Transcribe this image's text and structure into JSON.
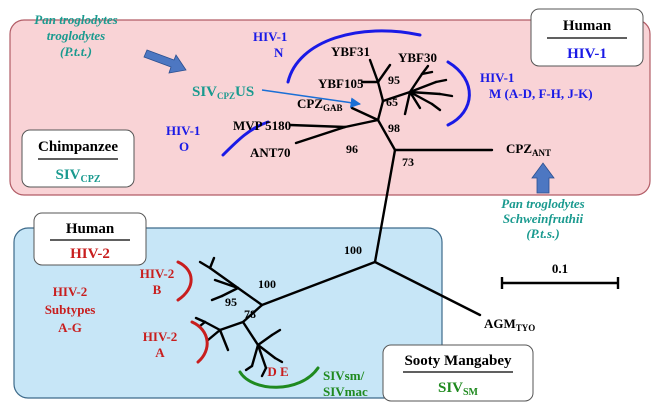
{
  "colors": {
    "chimp_fill": "#f9d3d6",
    "chimp_border": "#b25c66",
    "sooty_fill": "#c7e6f7",
    "sooty_border": "#3d6a8a",
    "hiv1": "#1a1ae6",
    "hiv2": "#c81e1e",
    "siv_teal": "#1a9a8f",
    "siv_green": "#1f8a1f",
    "arrow_fill": "#4d77c2",
    "branch": "#000000"
  },
  "chimp_box": {
    "title": "Chimpanzee",
    "sub_main": "SIV",
    "sub_script": "CPZ"
  },
  "human_hiv1_box": {
    "title": "Human",
    "sub": "HIV-1"
  },
  "human_hiv2_box": {
    "title": "Human",
    "sub": "HIV-2"
  },
  "sooty_box": {
    "title": "Sooty Mangabey",
    "sub_main": "SIV",
    "sub_script": "SM"
  },
  "ptt": {
    "line1": "Pan troglodytes",
    "line2": "troglodytes",
    "line3": "(P.t.t.)"
  },
  "pts": {
    "line1": "Pan troglodytes",
    "line2": "Schweinfruthii",
    "line3": "(P.t.s.)"
  },
  "hiv1_groups": {
    "n": {
      "l1": "HIV-1",
      "l2": "N"
    },
    "o": {
      "l1": "HIV-1",
      "l2": "O"
    },
    "m": {
      "l1": "HIV-1",
      "l2": "M (A-D, F-H, J-K)"
    }
  },
  "hiv2": {
    "b": {
      "l1": "HIV-2",
      "l2": "B"
    },
    "a": {
      "l1": "HIV-2",
      "l2": "A"
    },
    "subtypes": {
      "l1": "HIV-2",
      "l2": "Subtypes",
      "l3": "A-G"
    },
    "de": "D E"
  },
  "sivsm": {
    "l1": "SIVsm/",
    "l2": "SIVmac"
  },
  "taxa": {
    "ybf31": "YBF31",
    "ybf30": "YBF30",
    "ybf105": "YBF105",
    "sivcpzus_main": "SIV",
    "sivcpzus_script": "CPZ",
    "sivcpzus_tail": "US",
    "cpzgab_main": "CPZ",
    "cpzgab_script": "GAB",
    "mvp5180": "MVP 5180",
    "ant70": "ANT70",
    "cpzant_main": "CPZ",
    "cpzant_script": "ANT",
    "agm_main": "AGM",
    "agm_script": "TYO"
  },
  "bootstrap": {
    "b95_top": "95",
    "b65": "65",
    "b98": "98",
    "b96": "96",
    "b73": "73",
    "b100_mid": "100",
    "b100_hiv2": "100",
    "b95_hiv2": "95",
    "b78": "78"
  },
  "scale_bar": {
    "label": "0.1"
  }
}
